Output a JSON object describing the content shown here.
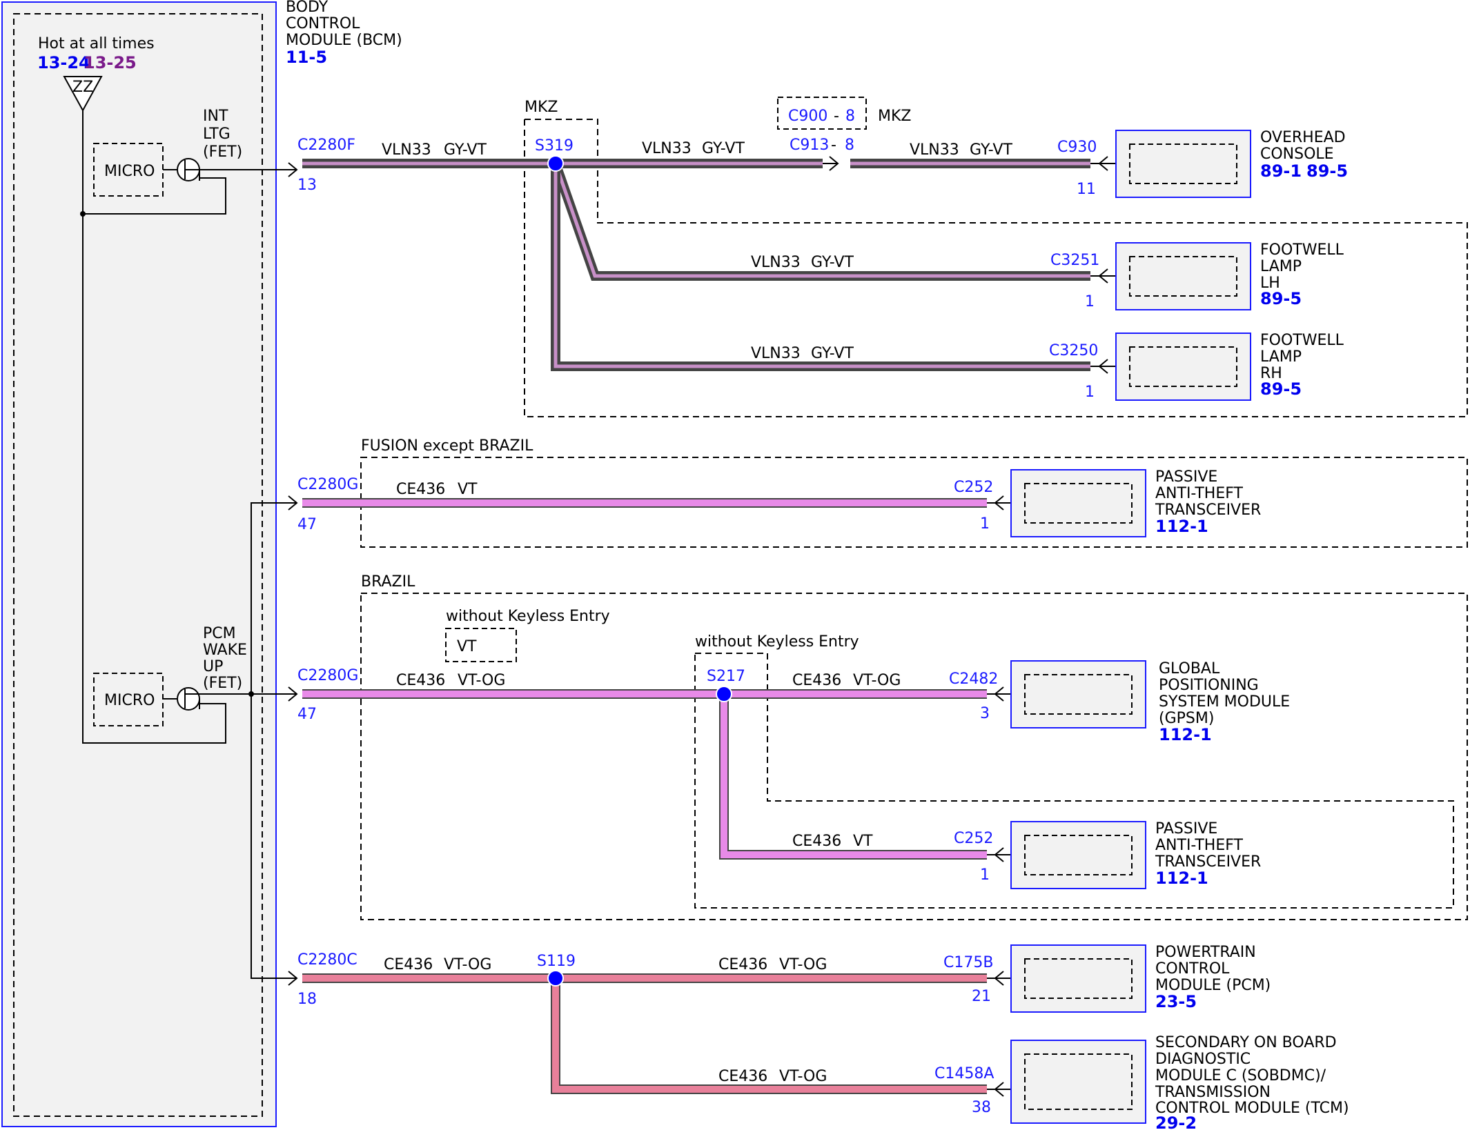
{
  "bcm": {
    "title_lines": [
      "BODY",
      "CONTROL",
      "MODULE (BCM)"
    ],
    "ref": "11-5",
    "hot_label": "Hot at all times",
    "fuse_ref_1": "13-24",
    "fuse_ref_2": "13-25",
    "fuse_symbol": "ZZ",
    "micro_label": "MICRO",
    "int_ltg_lines": [
      "INT",
      "LTG",
      "(FET)"
    ],
    "pcm_wake_lines": [
      "PCM",
      "WAKE",
      "UP",
      "(FET)"
    ]
  },
  "mkz": {
    "label": "MKZ",
    "c900": "C900",
    "c900_pin": "8",
    "c900_label": "MKZ",
    "c2280f": "C2280F",
    "c2280f_pin": "13",
    "s319": "S319",
    "c913": "C913",
    "c913_pin": "8",
    "c930": "C930",
    "c930_pin": "11",
    "c3251": "C3251",
    "c3251_pin": "1",
    "c3250": "C3250",
    "c3250_pin": "1",
    "wire_circuit": "VLN33",
    "wire_color": "GY-VT",
    "overhead_lines": [
      "OVERHEAD",
      "CONSOLE"
    ],
    "overhead_ref_1": "89-1",
    "overhead_ref_2": "89-5",
    "footwell_lh_lines": [
      "FOOTWELL",
      "LAMP",
      "LH"
    ],
    "footwell_lh_ref": "89-5",
    "footwell_rh_lines": [
      "FOOTWELL",
      "LAMP",
      "RH"
    ],
    "footwell_rh_ref": "89-5"
  },
  "fusion": {
    "label": "FUSION except BRAZIL",
    "c2280g": "C2280G",
    "c2280g_pin": "47",
    "circuit": "CE436",
    "color": "VT",
    "c252": "C252",
    "c252_pin": "1",
    "pats_lines": [
      "PASSIVE",
      "ANTI-THEFT",
      "TRANSCEIVER"
    ],
    "pats_ref": "112-1"
  },
  "brazil": {
    "label": "BRAZIL",
    "no_keyless_1": "without Keyless Entry",
    "no_keyless_vt": "VT",
    "no_keyless_2": "without Keyless Entry",
    "c2280g": "C2280G",
    "c2280g_pin": "47",
    "circuit": "CE436",
    "color_main": "VT-OG",
    "color_branch": "VT",
    "s217": "S217",
    "c2482": "C2482",
    "c2482_pin": "3",
    "c252": "C252",
    "c252_pin": "1",
    "gpsm_lines": [
      "GLOBAL",
      "POSITIONING",
      "SYSTEM MODULE",
      "(GPSM)"
    ],
    "gpsm_ref": "112-1",
    "pats_lines": [
      "PASSIVE",
      "ANTI-THEFT",
      "TRANSCEIVER"
    ],
    "pats_ref": "112-1"
  },
  "pcm_circuit": {
    "c2280c": "C2280C",
    "c2280c_pin": "18",
    "circuit": "CE436",
    "color": "VT-OG",
    "s119": "S119",
    "c175b": "C175B",
    "c175b_pin": "21",
    "c1458a": "C1458A",
    "c1458a_pin": "38",
    "pcm_lines": [
      "POWERTRAIN",
      "CONTROL",
      "MODULE (PCM)"
    ],
    "pcm_ref": "23-5",
    "sobdmc_lines": [
      "SECONDARY ON BOARD",
      "DIAGNOSTIC",
      "MODULE C (SOBDMC)/",
      "TRANSMISSION",
      "CONTROL MODULE (TCM)"
    ],
    "sobdmc_ref": "29-2"
  },
  "colors": {
    "gray_violet_outer": "#444444",
    "gray_violet_inner": "#c890c8",
    "violet": "#e88ae8",
    "violet_orange": "#e8809a",
    "splice": "#0000ff",
    "border_blue": "#1a1aff"
  }
}
